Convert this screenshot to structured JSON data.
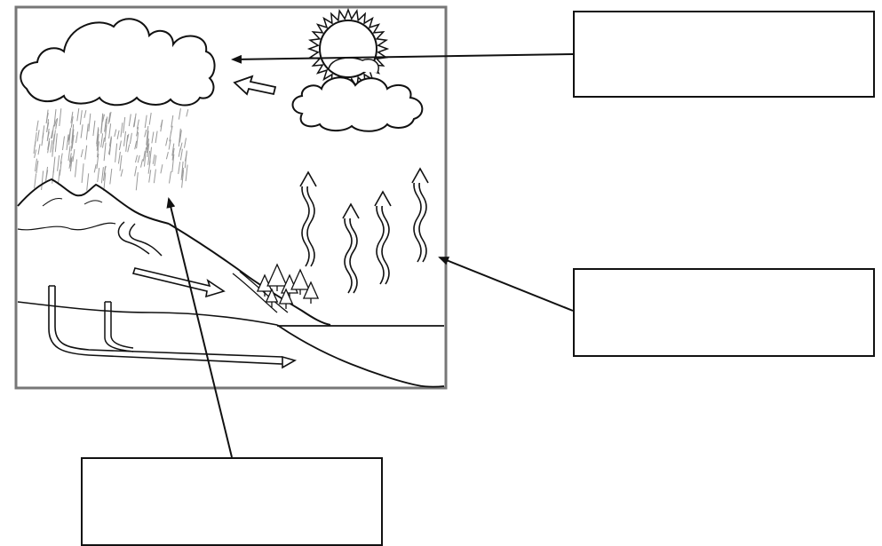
{
  "diagram": {
    "colors": {
      "ink": "#111111",
      "frame": "#777777",
      "rain": "#999999",
      "background": "#ffffff"
    },
    "label_boxes": [
      {
        "id": "clouds-label",
        "text": ""
      },
      {
        "id": "evaporation-label",
        "text": ""
      },
      {
        "id": "precipitation-label",
        "text": ""
      }
    ]
  }
}
